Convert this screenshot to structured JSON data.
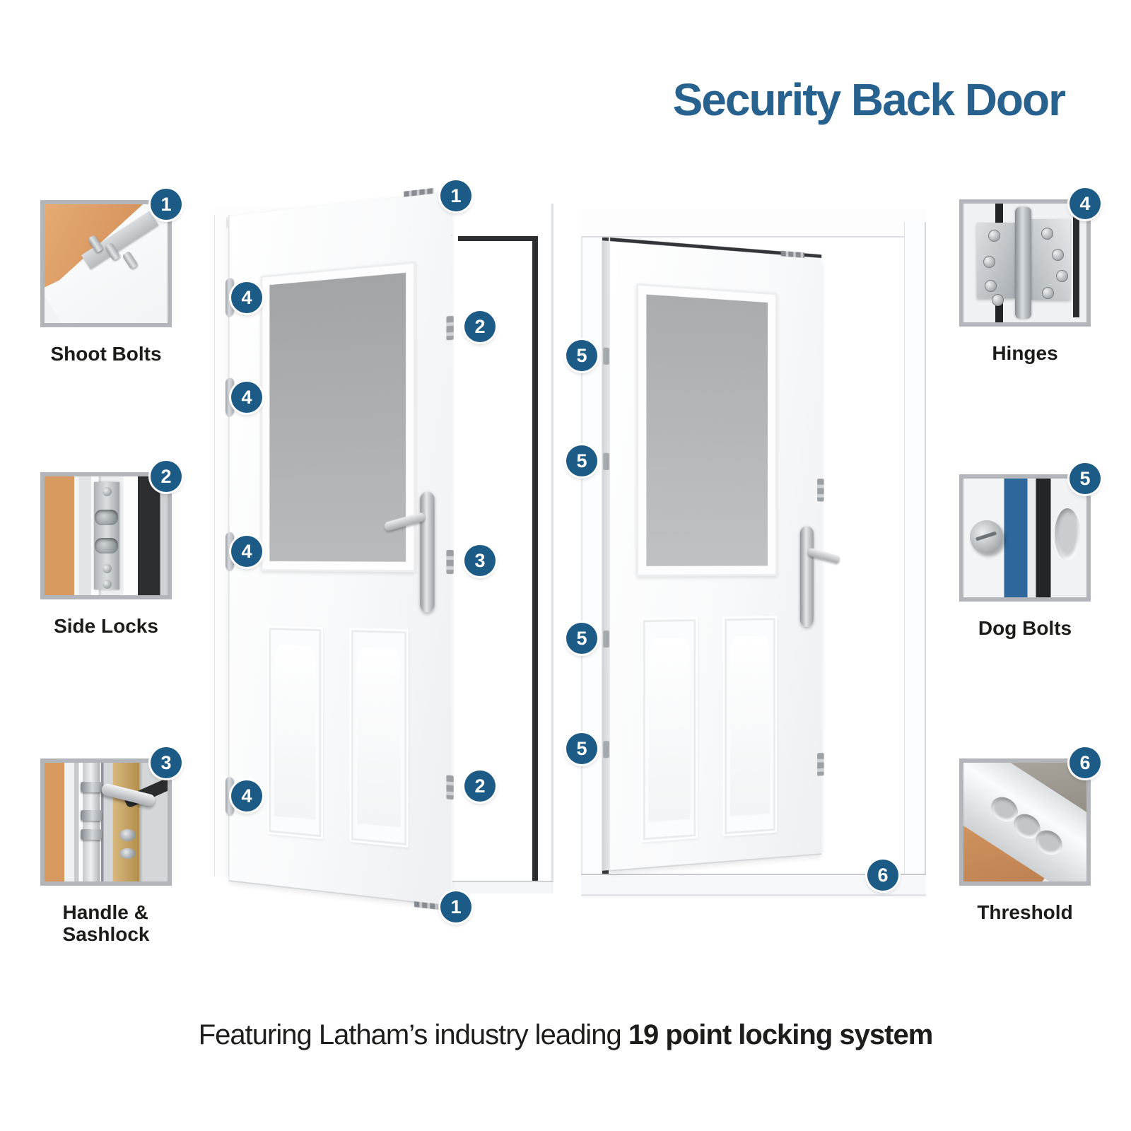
{
  "title": "Security Back Door",
  "caption": {
    "lead": "Featuring Latham’s industry leading ",
    "bold": "19 point locking system"
  },
  "colors": {
    "title_blue": "#27628f",
    "badge_blue": "#1d5b87",
    "label_text": "#1c1c1a",
    "glass_gray": "#aaacae",
    "dogbolt_band_blue": "#2d679c"
  },
  "features_left": [
    {
      "number": "1",
      "label": "Shoot Bolts",
      "photo": "door-corner-with-three-shoot-bolts"
    },
    {
      "number": "2",
      "label": "Side Locks",
      "photo": "door-edge-side-lock-bolts"
    },
    {
      "number": "3",
      "label": "Handle &\nSashlock",
      "photo": "handle-and-sashlock-mechanism"
    }
  ],
  "features_right": [
    {
      "number": "4",
      "label": "Hinges",
      "photo": "stainless-steel-hinge"
    },
    {
      "number": "5",
      "label": "Dog Bolts",
      "photo": "dog-bolt-and-keep-recess"
    },
    {
      "number": "6",
      "label": "Threshold",
      "photo": "threshold-sill-with-recesses"
    }
  ],
  "callouts": {
    "door1": [
      "1",
      "4",
      "2",
      "4",
      "4",
      "3",
      "2",
      "4",
      "1"
    ],
    "door2": [
      "5",
      "5",
      "5",
      "5",
      "6"
    ]
  }
}
